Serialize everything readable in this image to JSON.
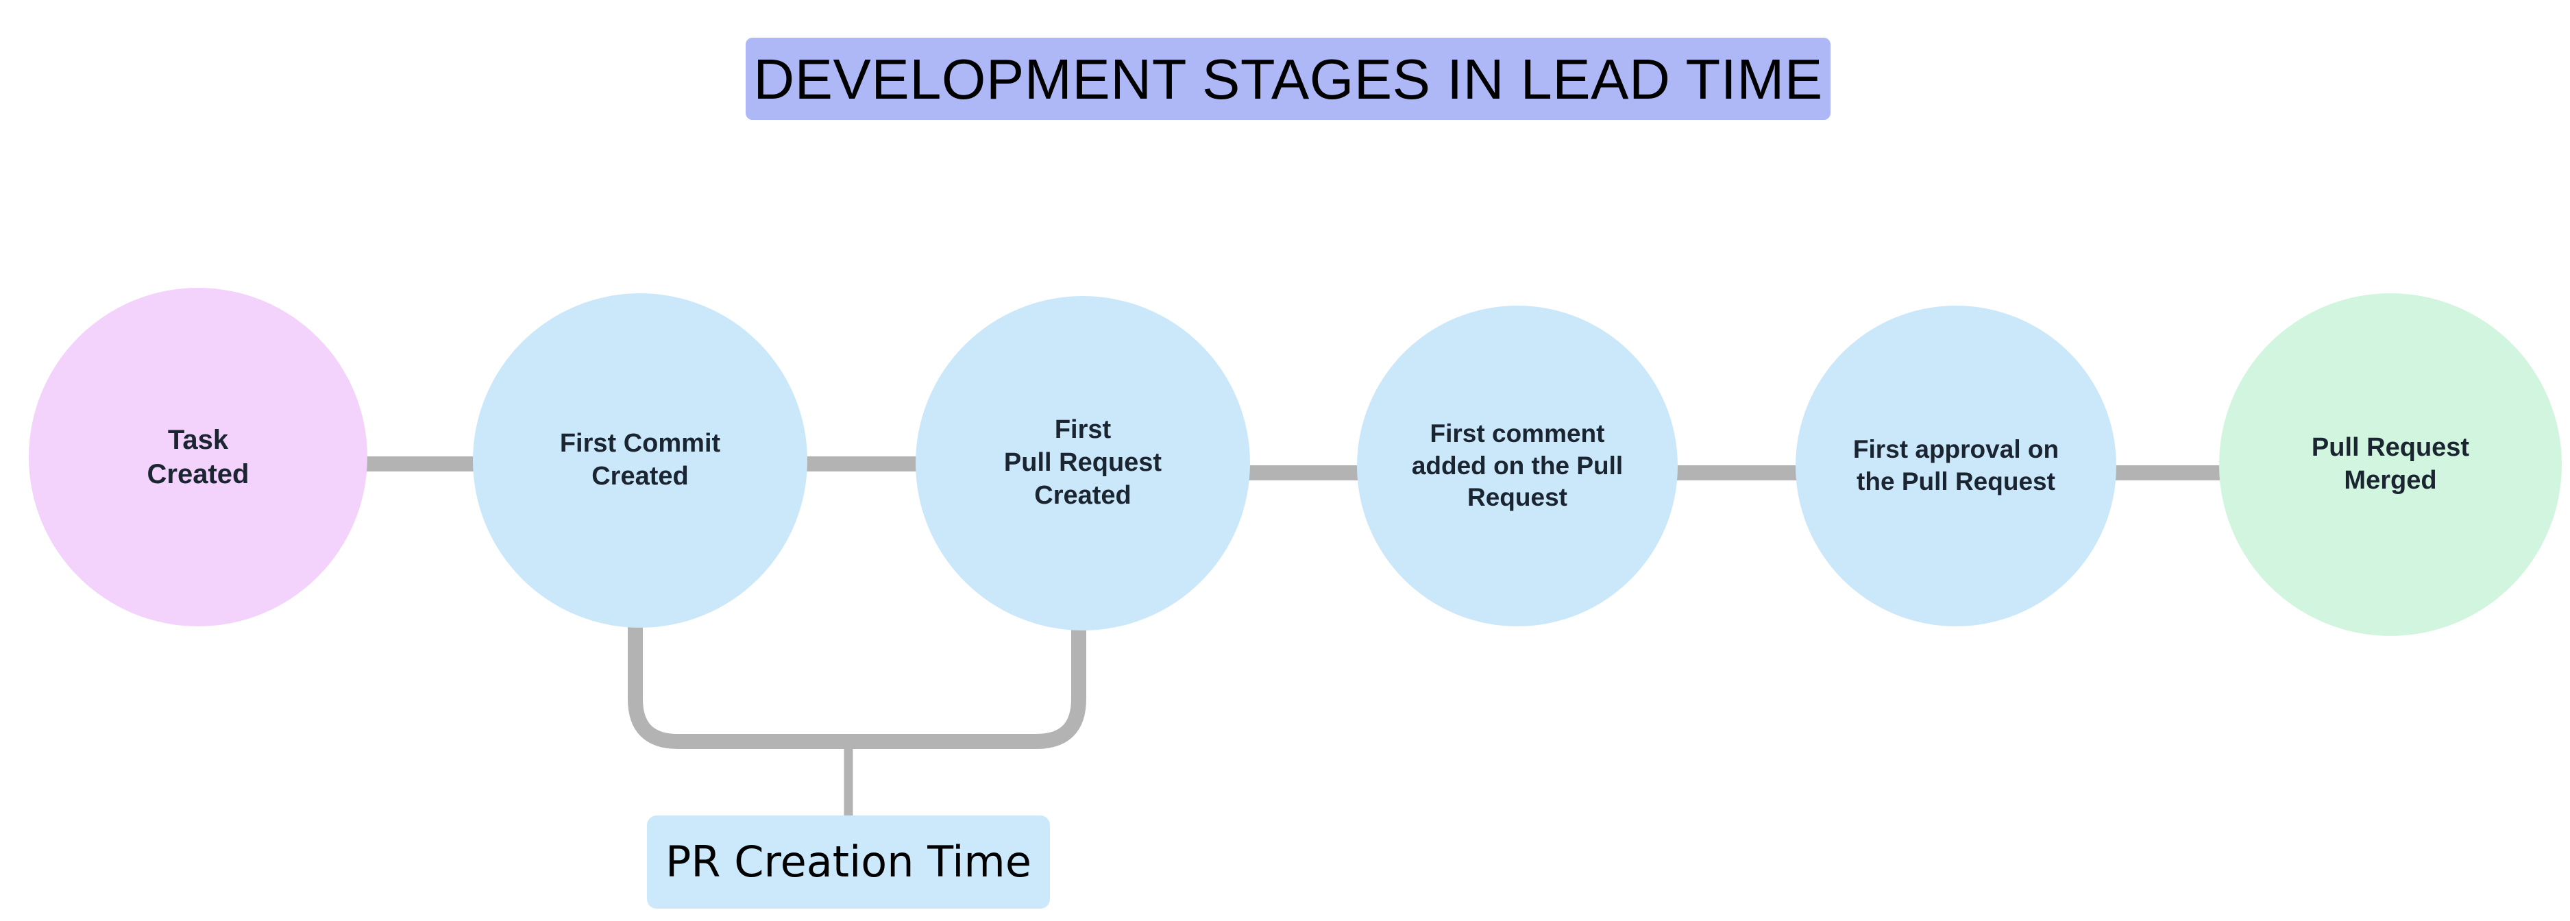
{
  "diagram": {
    "type": "flow-timeline",
    "title": "DEVELOPMENT STAGES IN LEAD TIME",
    "title_bg_color": "#aeb8f7",
    "background_color": "#ffffff",
    "connector_color": "#b3b3b3",
    "nodes": [
      {
        "id": "task-created",
        "label": "Task\nCreated",
        "shape": "circle",
        "color": "#f3d2fb",
        "text_color": "#1b2431"
      },
      {
        "id": "first-commit-created",
        "label": "First Commit\nCreated",
        "shape": "circle",
        "color": "#cbe8fb",
        "text_color": "#1b2431"
      },
      {
        "id": "first-pull-request-created",
        "label": "First\nPull Request\nCreated",
        "shape": "circle",
        "color": "#cbe8fb",
        "text_color": "#1b2431"
      },
      {
        "id": "first-comment-added",
        "label": "First comment\nadded on the Pull\nRequest",
        "shape": "circle",
        "color": "#cbe8fb",
        "text_color": "#1b2431"
      },
      {
        "id": "first-approval",
        "label": "First approval on\nthe Pull Request",
        "shape": "circle",
        "color": "#cbe8fb",
        "text_color": "#1b2431"
      },
      {
        "id": "pull-request-merged",
        "label": "Pull Request\nMerged",
        "shape": "circle",
        "color": "#d2f5df",
        "text_color": "#1b2431"
      }
    ],
    "edge_labels": [
      {
        "id": "pr-creation-time",
        "label": "PR Creation Time",
        "bg_color": "#cce9fb",
        "text_color": "#000000",
        "spans_from": "first-commit-created",
        "spans_to": "first-pull-request-created"
      }
    ]
  }
}
